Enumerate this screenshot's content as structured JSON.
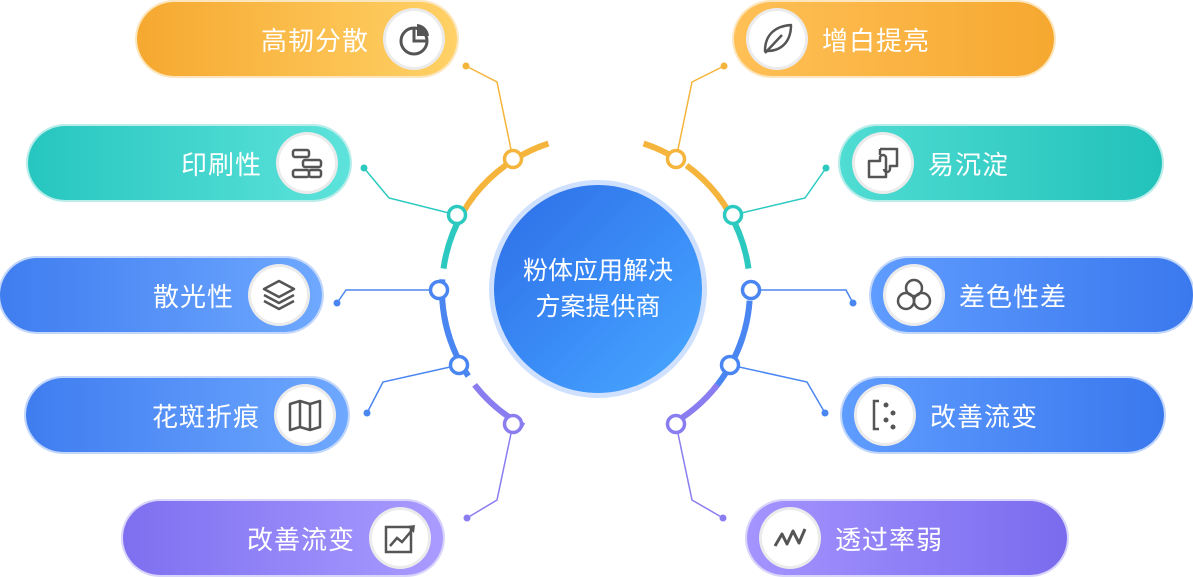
{
  "center": {
    "title": "粉体应用解决方案提供商"
  },
  "items": [
    {
      "label": "高韧分散",
      "side": "left",
      "icon": "pie-chart-icon",
      "color": "#f5b43c"
    },
    {
      "label": "印刷性",
      "side": "left",
      "icon": "layout-blocks-icon",
      "color": "#2cc9c0"
    },
    {
      "label": "散光性",
      "side": "left",
      "icon": "layers-icon",
      "color": "#4a86f2"
    },
    {
      "label": "花斑折痕",
      "side": "left",
      "icon": "map-fold-icon",
      "color": "#4a86f2"
    },
    {
      "label": "改善流变",
      "side": "left",
      "icon": "trend-up-icon",
      "color": "#8a7df0"
    },
    {
      "label": "增白提亮",
      "side": "right",
      "icon": "leaf-icon",
      "color": "#f5b43c"
    },
    {
      "label": "易沉淀",
      "side": "right",
      "icon": "puzzle-icon",
      "color": "#2cc9c0"
    },
    {
      "label": "差色性差",
      "side": "right",
      "icon": "recycle-icon",
      "color": "#4a86f2"
    },
    {
      "label": "改善流变",
      "side": "right",
      "icon": "split-flow-icon",
      "color": "#4a86f2"
    },
    {
      "label": "透过率弱",
      "side": "right",
      "icon": "line-graph-icon",
      "color": "#8a7df0"
    }
  ]
}
